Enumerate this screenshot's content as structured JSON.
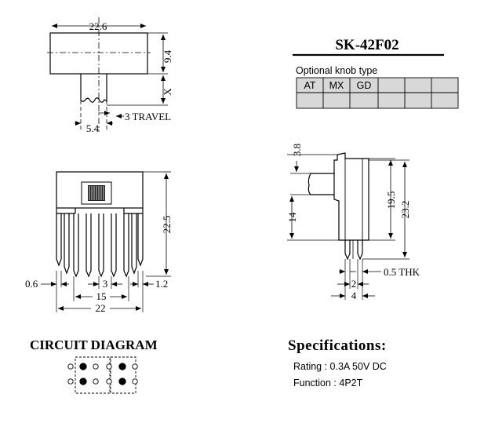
{
  "part_number": "SK-42F02",
  "knob": {
    "title": "Optional knob type",
    "types": [
      "AT",
      "MX",
      "GD",
      "",
      "",
      ""
    ]
  },
  "top_view": {
    "width": "22.6",
    "height": "9.4",
    "knob_len": "X",
    "knob_w": "5.4",
    "travel": "3 TRAVEL"
  },
  "front_view": {
    "height": "22.5",
    "left_margin": "0.6",
    "right_margin": "1.2",
    "pin_pitch": "3",
    "pins_span": "15",
    "total_width": "22"
  },
  "side_view": {
    "knob_h": "3.8",
    "pin_h": "14",
    "body_h": "19.5",
    "total_h": "23.2",
    "thickness": "0.5 THK",
    "pin_gap": "2",
    "pin_span": "4"
  },
  "circuit": {
    "title": "CIRCUIT DIAGRAM"
  },
  "specs": {
    "title": "Specifications:",
    "rating": "Rating : 0.3A 50V DC",
    "function": "Function : 4P2T"
  }
}
